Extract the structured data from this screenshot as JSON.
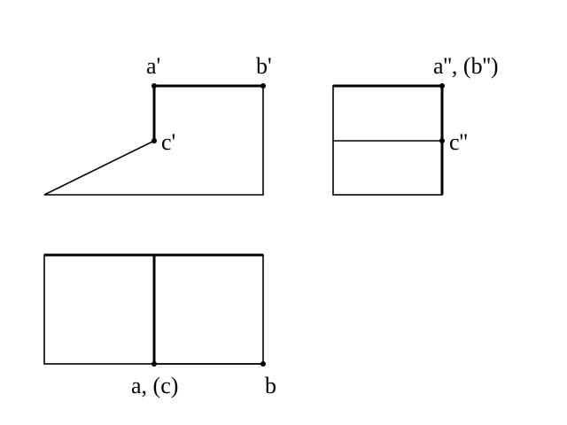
{
  "line_color": "#000000",
  "background": "#ffffff",
  "labels": {
    "front_a": "a'",
    "front_b": "b'",
    "front_c": "c'",
    "side_ab": "a'', (b'')",
    "side_c": "c''",
    "top_ac": "a, (c)",
    "top_b": "b"
  }
}
